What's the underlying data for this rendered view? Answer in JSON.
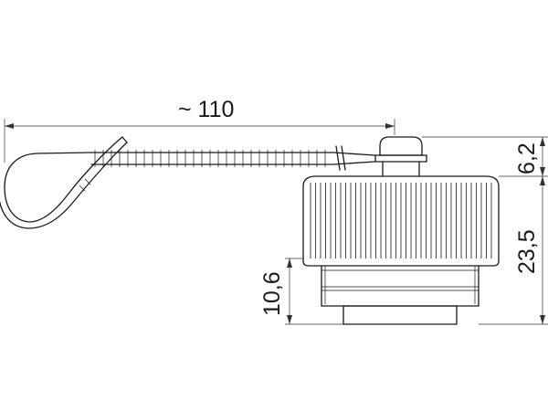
{
  "dimensions": {
    "strap_length": "~ 110",
    "stud_height": "6,2",
    "cap_height": "23,5",
    "thread_height": "10,6"
  },
  "colors": {
    "line": "#1a1a1a",
    "background": "#ffffff"
  }
}
